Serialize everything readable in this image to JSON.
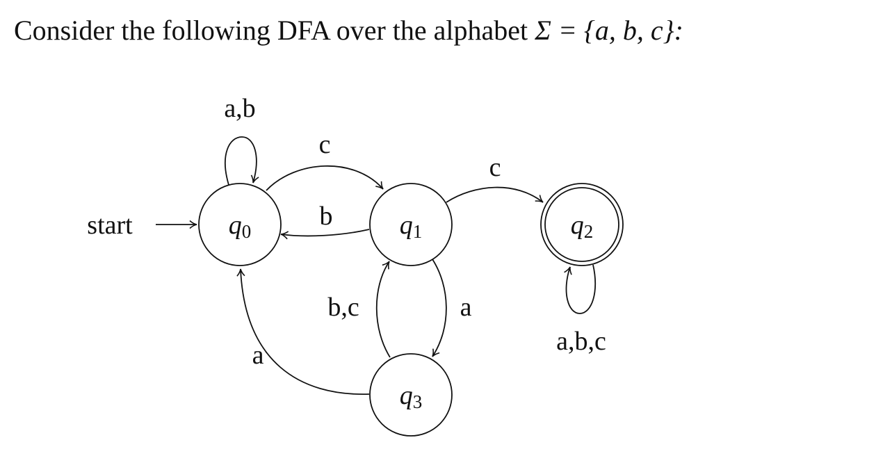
{
  "prompt": {
    "text": "Consider the following DFA over the alphabet",
    "math": "Σ = {a, b, c}:"
  },
  "start_label": "start",
  "states": [
    {
      "id": "q0",
      "var": "q",
      "sub": "0",
      "accepting": false
    },
    {
      "id": "q1",
      "var": "q",
      "sub": "1",
      "accepting": false
    },
    {
      "id": "q2",
      "var": "q",
      "sub": "2",
      "accepting": true
    },
    {
      "id": "q3",
      "var": "q",
      "sub": "3",
      "accepting": false
    }
  ],
  "transitions": [
    {
      "from": "q0",
      "to": "q0",
      "label": "a,b"
    },
    {
      "from": "q0",
      "to": "q1",
      "label": "c"
    },
    {
      "from": "q1",
      "to": "q0",
      "label": "b"
    },
    {
      "from": "q1",
      "to": "q2",
      "label": "c"
    },
    {
      "from": "q1",
      "to": "q3",
      "label": "a"
    },
    {
      "from": "q3",
      "to": "q1",
      "label": "b,c"
    },
    {
      "from": "q3",
      "to": "q0",
      "label": "a"
    },
    {
      "from": "q2",
      "to": "q2",
      "label": "a,b,c"
    }
  ]
}
